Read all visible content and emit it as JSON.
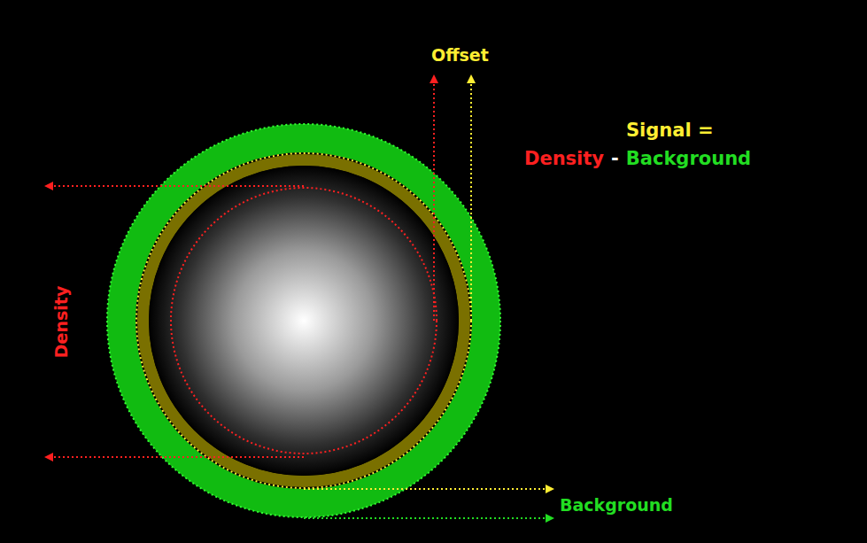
{
  "diagram": {
    "labels": [
      "Offset",
      "Signal =",
      "Density",
      "-",
      "Background",
      "Density",
      "Background"
    ]
  }
}
